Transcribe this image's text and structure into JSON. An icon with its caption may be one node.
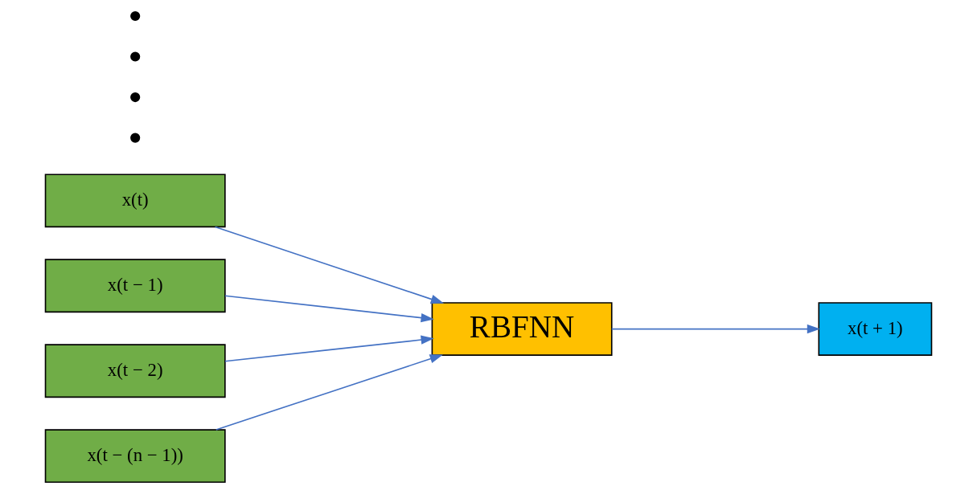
{
  "diagram": {
    "nodes": [
      {
        "text": [
          "x(t)"
        ]
      },
      {
        "text": [
          "x(t − 1)"
        ]
      },
      {
        "text": [
          "x(t − 2)"
        ]
      },
      {
        "text": [
          "x(t − (n − 1))"
        ]
      },
      {
        "text": [
          "RBFNN"
        ]
      },
      {
        "text": [
          "x(t + 1)"
        ]
      }
    ],
    "edges": [
      {
        "from": 0,
        "to": 4,
        "arrow": "to"
      },
      {
        "from": 1,
        "to": 4,
        "arrow": "to"
      },
      {
        "from": 2,
        "to": 4,
        "arrow": "to"
      },
      {
        "from": 3,
        "to": 4,
        "arrow": "to"
      },
      {
        "from": 4,
        "to": 5,
        "arrow": "to"
      }
    ]
  }
}
